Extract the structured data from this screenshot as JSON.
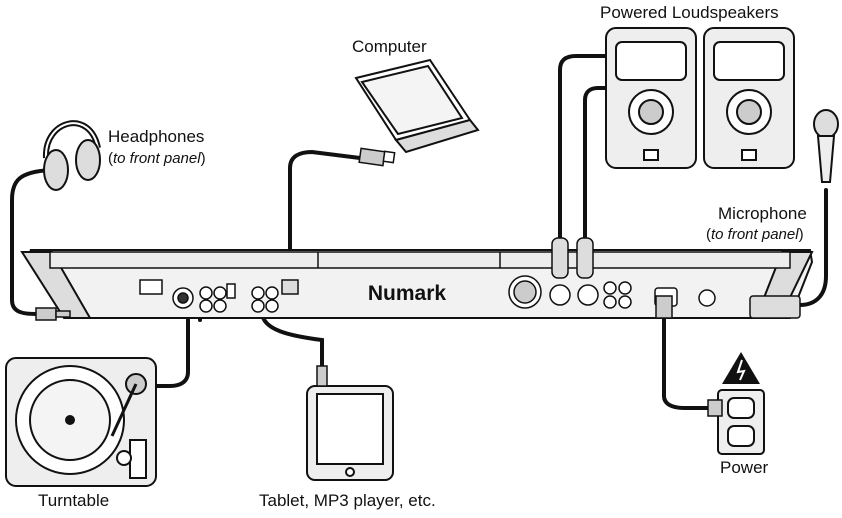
{
  "labels": {
    "headphones": "Headphones",
    "headphones_note": "to front panel",
    "computer": "Computer",
    "speakers": "Powered Loudspeakers",
    "microphone": "Microphone",
    "microphone_note": "to front panel",
    "turntable": "Turntable",
    "tablet": "Tablet, MP3 player, etc.",
    "power": "Power"
  },
  "brand": "Numark",
  "colors": {
    "line": "#111111",
    "device_fill": "#e8e8e8",
    "panel_fill": "#f2f2f2"
  },
  "icons": [
    "headphones-icon",
    "laptop-icon",
    "speaker-icon",
    "microphone-icon",
    "turntable-icon",
    "tablet-icon",
    "wall-outlet-icon",
    "warning-icon"
  ]
}
